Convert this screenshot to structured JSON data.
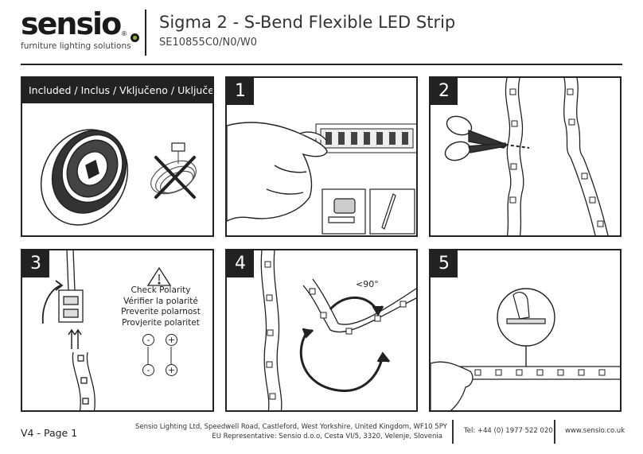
{
  "brand": {
    "name": "sensio",
    "registered_mark": "®",
    "tagline": "furniture lighting solutions"
  },
  "product": {
    "title": "Sigma 2 - S-Bend Flexible LED Strip",
    "code": "SE10855C0/N0/W0"
  },
  "panels": {
    "included": {
      "label": "Included / Inclus / Vključeno / Uključeno"
    },
    "step1": {
      "number": "1"
    },
    "step2": {
      "number": "2"
    },
    "step3": {
      "number": "3",
      "polarity_lines": [
        "Check Polarity",
        "Vérifier la polarité",
        "Preverite polarnost",
        "Provjerite polaritet"
      ],
      "signs": [
        "-",
        "+",
        "-",
        "+"
      ]
    },
    "step4": {
      "number": "4",
      "angle_label": "<90°"
    },
    "step5": {
      "number": "5"
    }
  },
  "footer": {
    "version": "V4 - Page 1",
    "address_line1": "Sensio Lighting Ltd, Speedwell Road, Castleford, West Yorkshire, United Kingdom, WF10 5PY",
    "address_line2": "EU Representative: Sensio d.o.o, Cesta VI/5, 3320, Velenje, Slovenia",
    "tel": "Tel: +44 (0) 1977 522 020",
    "website": "www.sensio.co.uk"
  },
  "colors": {
    "ink": "#222222",
    "accent": "#8ab833"
  }
}
